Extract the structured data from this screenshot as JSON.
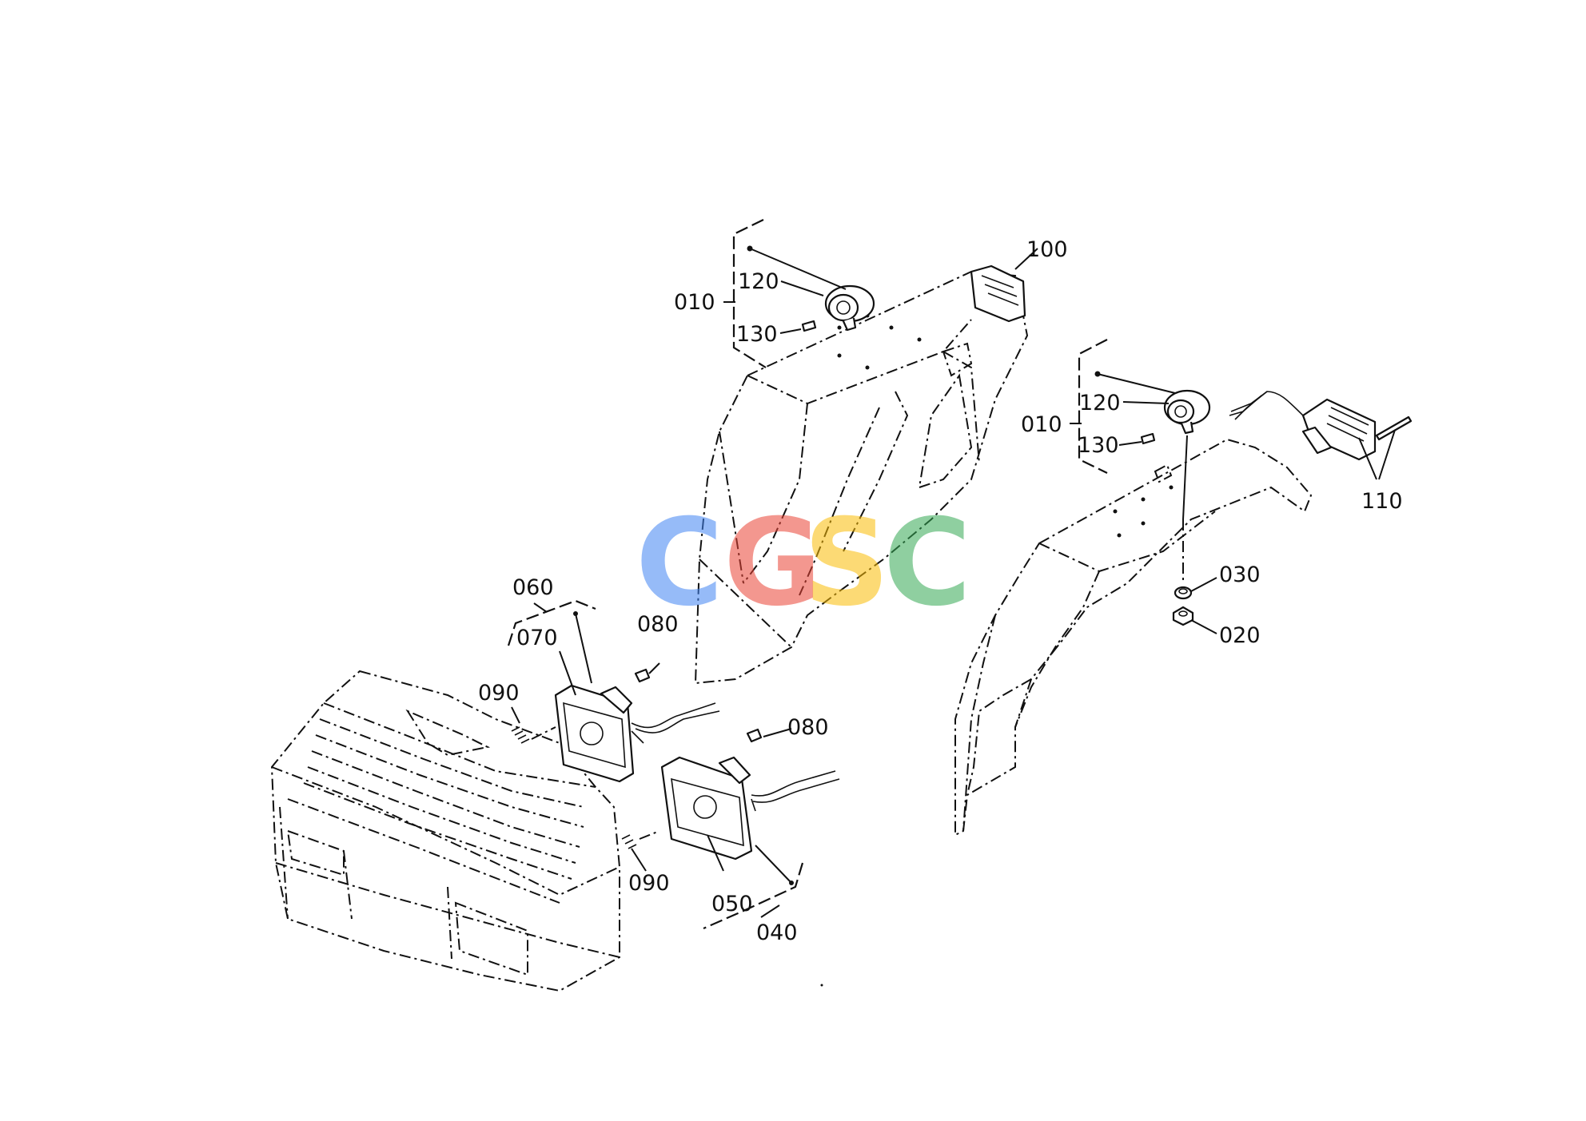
{
  "watermark": {
    "letters": [
      "C",
      "G",
      "S",
      "C"
    ],
    "colors": [
      "#4285F4",
      "#EA4335",
      "#FBBC05",
      "#34A853"
    ]
  },
  "callouts": {
    "c010_left": "010",
    "c120_left": "120",
    "c130_left": "130",
    "c100": "100",
    "c010_right": "010",
    "c120_right": "120",
    "c130_right": "130",
    "c110": "110",
    "c030": "030",
    "c020": "020",
    "c060": "060",
    "c070": "070",
    "c080_top": "080",
    "c090_top": "090",
    "c080_bottom": "080",
    "c090_bottom": "090",
    "c050": "050",
    "c040": "040"
  }
}
